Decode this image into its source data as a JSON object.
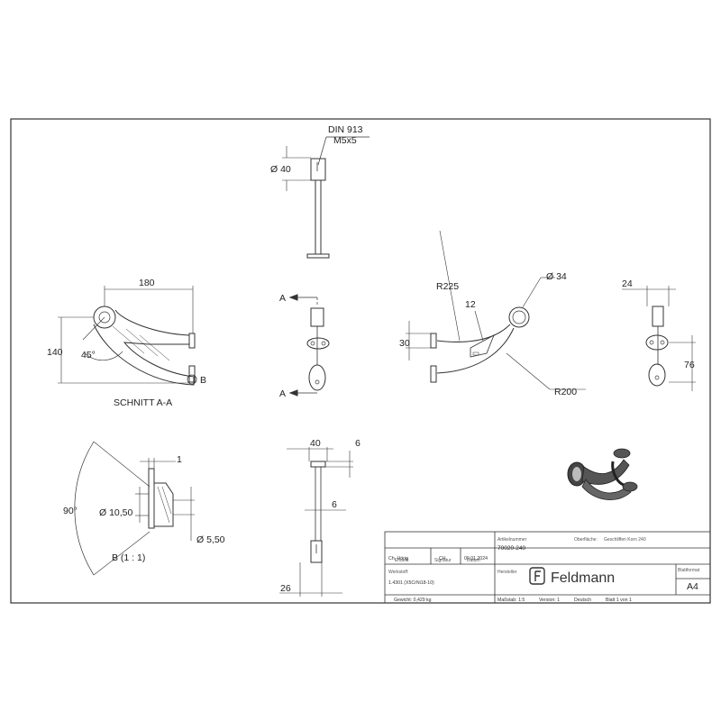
{
  "drawing": {
    "thread_spec_line1": "DIN 913",
    "thread_spec_line2": "M5x5",
    "dia_top": "Ø 40",
    "dim_180": "180",
    "dim_140": "140",
    "angle_45": "45°",
    "section_marker_b": "B",
    "section_title": "SCHNITT A-A",
    "section_a_top": "A",
    "section_a_bottom": "A",
    "r225": "R225",
    "dim_12": "12",
    "dia_34": "Ø 34",
    "dim_30": "30",
    "r200": "R200",
    "dim_24": "24",
    "dim_76": "76",
    "dim_1": "1",
    "angle_90": "90°",
    "dia_10_50": "Ø 10,50",
    "dia_5_50": "Ø 5,50",
    "detail_title": "B (1 : 1)",
    "dim_40": "40",
    "dim_6_top": "6",
    "dim_6_mid": "6",
    "dim_26": "26"
  },
  "title_block": {
    "col_created": "Erstellt",
    "col_signature": "Signatur",
    "col_date": "Datum",
    "row_checked": "Ch. Hörig",
    "row_sig": "CH",
    "row_date": "09.01.2024",
    "article_label": "Artikelnummer",
    "article_number": "70020-240",
    "surface_label": "Oberfläche:",
    "surface_value": "Geschliffen Korn 240",
    "material_label": "Werkstoff:",
    "material_value": "1.4301 (X5CrNi18-10)",
    "manufacturer_label": "Hersteller",
    "brand": "Feldmann",
    "sheet_format_label": "Blattformat",
    "sheet_format": "A4",
    "weight": "Gewicht: 0,429 kg",
    "scale": "Maßstab: 1:5",
    "version": "Version: 1",
    "language": "Deutsch",
    "sheet": "Blatt 1 von 1"
  }
}
